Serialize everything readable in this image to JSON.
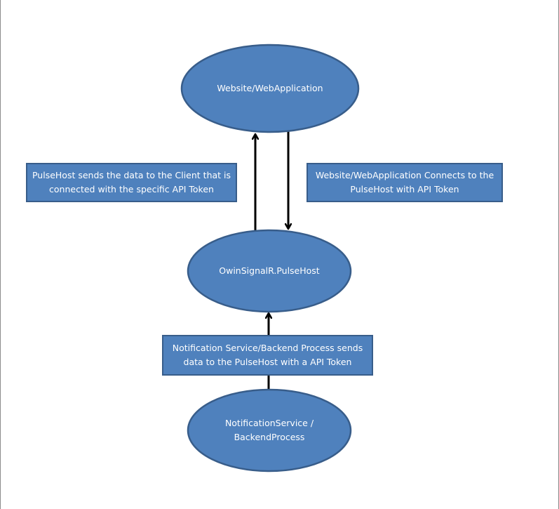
{
  "nodes": {
    "website": {
      "label": "Website/WebApplication"
    },
    "pulsehost": {
      "label": "OwinSignalR.PulseHost"
    },
    "notification": {
      "label_lines": [
        "NotificationService /",
        "BackendProcess"
      ]
    }
  },
  "notes": {
    "send_to_client": {
      "lines": [
        "PulseHost sends the data to the Client that is",
        "connected with the specific API Token"
      ]
    },
    "connect": {
      "lines": [
        "Website/WebApplication Connects to the",
        "PulseHost with API Token"
      ]
    },
    "backend_sends": {
      "lines": [
        "Notification Service/Backend Process sends",
        "data to the PulseHost with a API Token"
      ]
    }
  },
  "colors": {
    "shape_fill": "#4f81bd",
    "shape_border": "#385d8a",
    "text": "#ffffff",
    "arrow": "#000000"
  }
}
